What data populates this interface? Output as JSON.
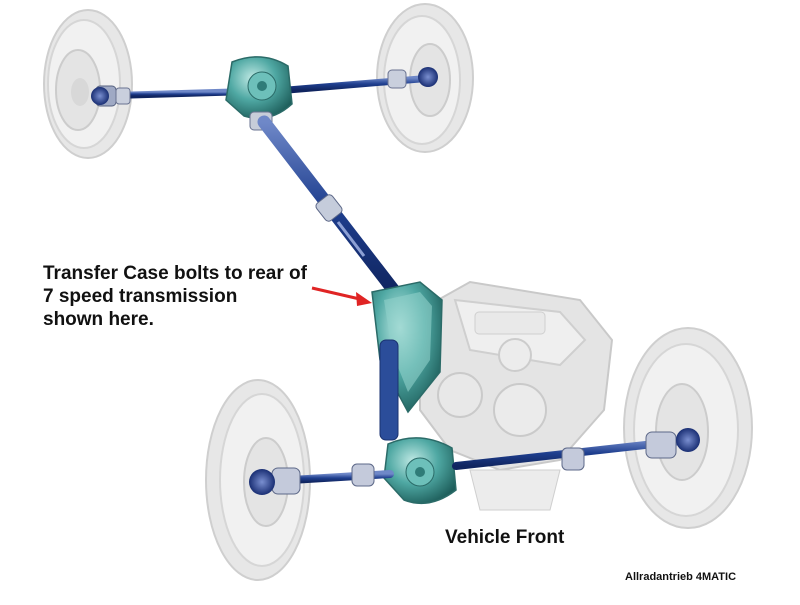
{
  "annotation": {
    "line1": "Transfer Case bolts to rear of",
    "line2": "7 speed transmission",
    "line3": "shown here."
  },
  "front_label": "Vehicle Front",
  "credit": "Allradantrieb 4MATIC",
  "colors": {
    "arrow": "#e02424",
    "shaft": "#1f3f8f",
    "drive_unit": "#3fa3a0",
    "ghost_part": "#d8d8d8"
  }
}
